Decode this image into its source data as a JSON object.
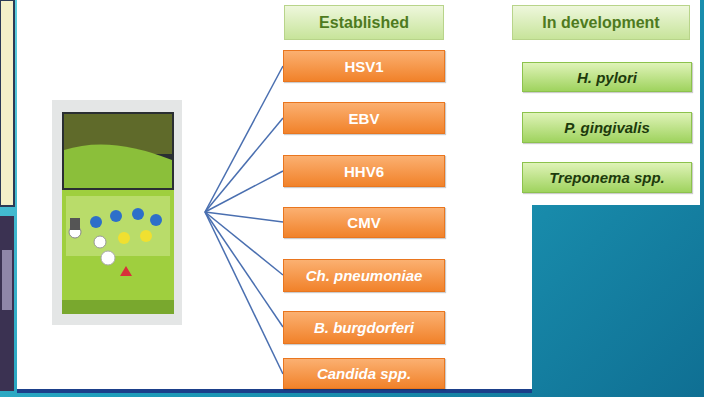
{
  "diagram": {
    "nodes": [
      {
        "text": [
          "Established"
        ]
      },
      {
        "text": [
          "In development"
        ]
      },
      {
        "text": [
          "HSV1"
        ]
      },
      {
        "text": [
          "EBV"
        ]
      },
      {
        "text": [
          "HHV6"
        ]
      },
      {
        "text": [
          "CMV"
        ]
      },
      {
        "text": [
          "Ch. pneumoniae"
        ]
      },
      {
        "text": [
          "B. burgdorferi"
        ]
      },
      {
        "text": [
          "Candida spp."
        ]
      },
      {
        "text": [
          "H. pylori"
        ]
      },
      {
        "text": [
          "P. gingivalis"
        ]
      },
      {
        "text": [
          "Treponema spp."
        ]
      }
    ]
  }
}
